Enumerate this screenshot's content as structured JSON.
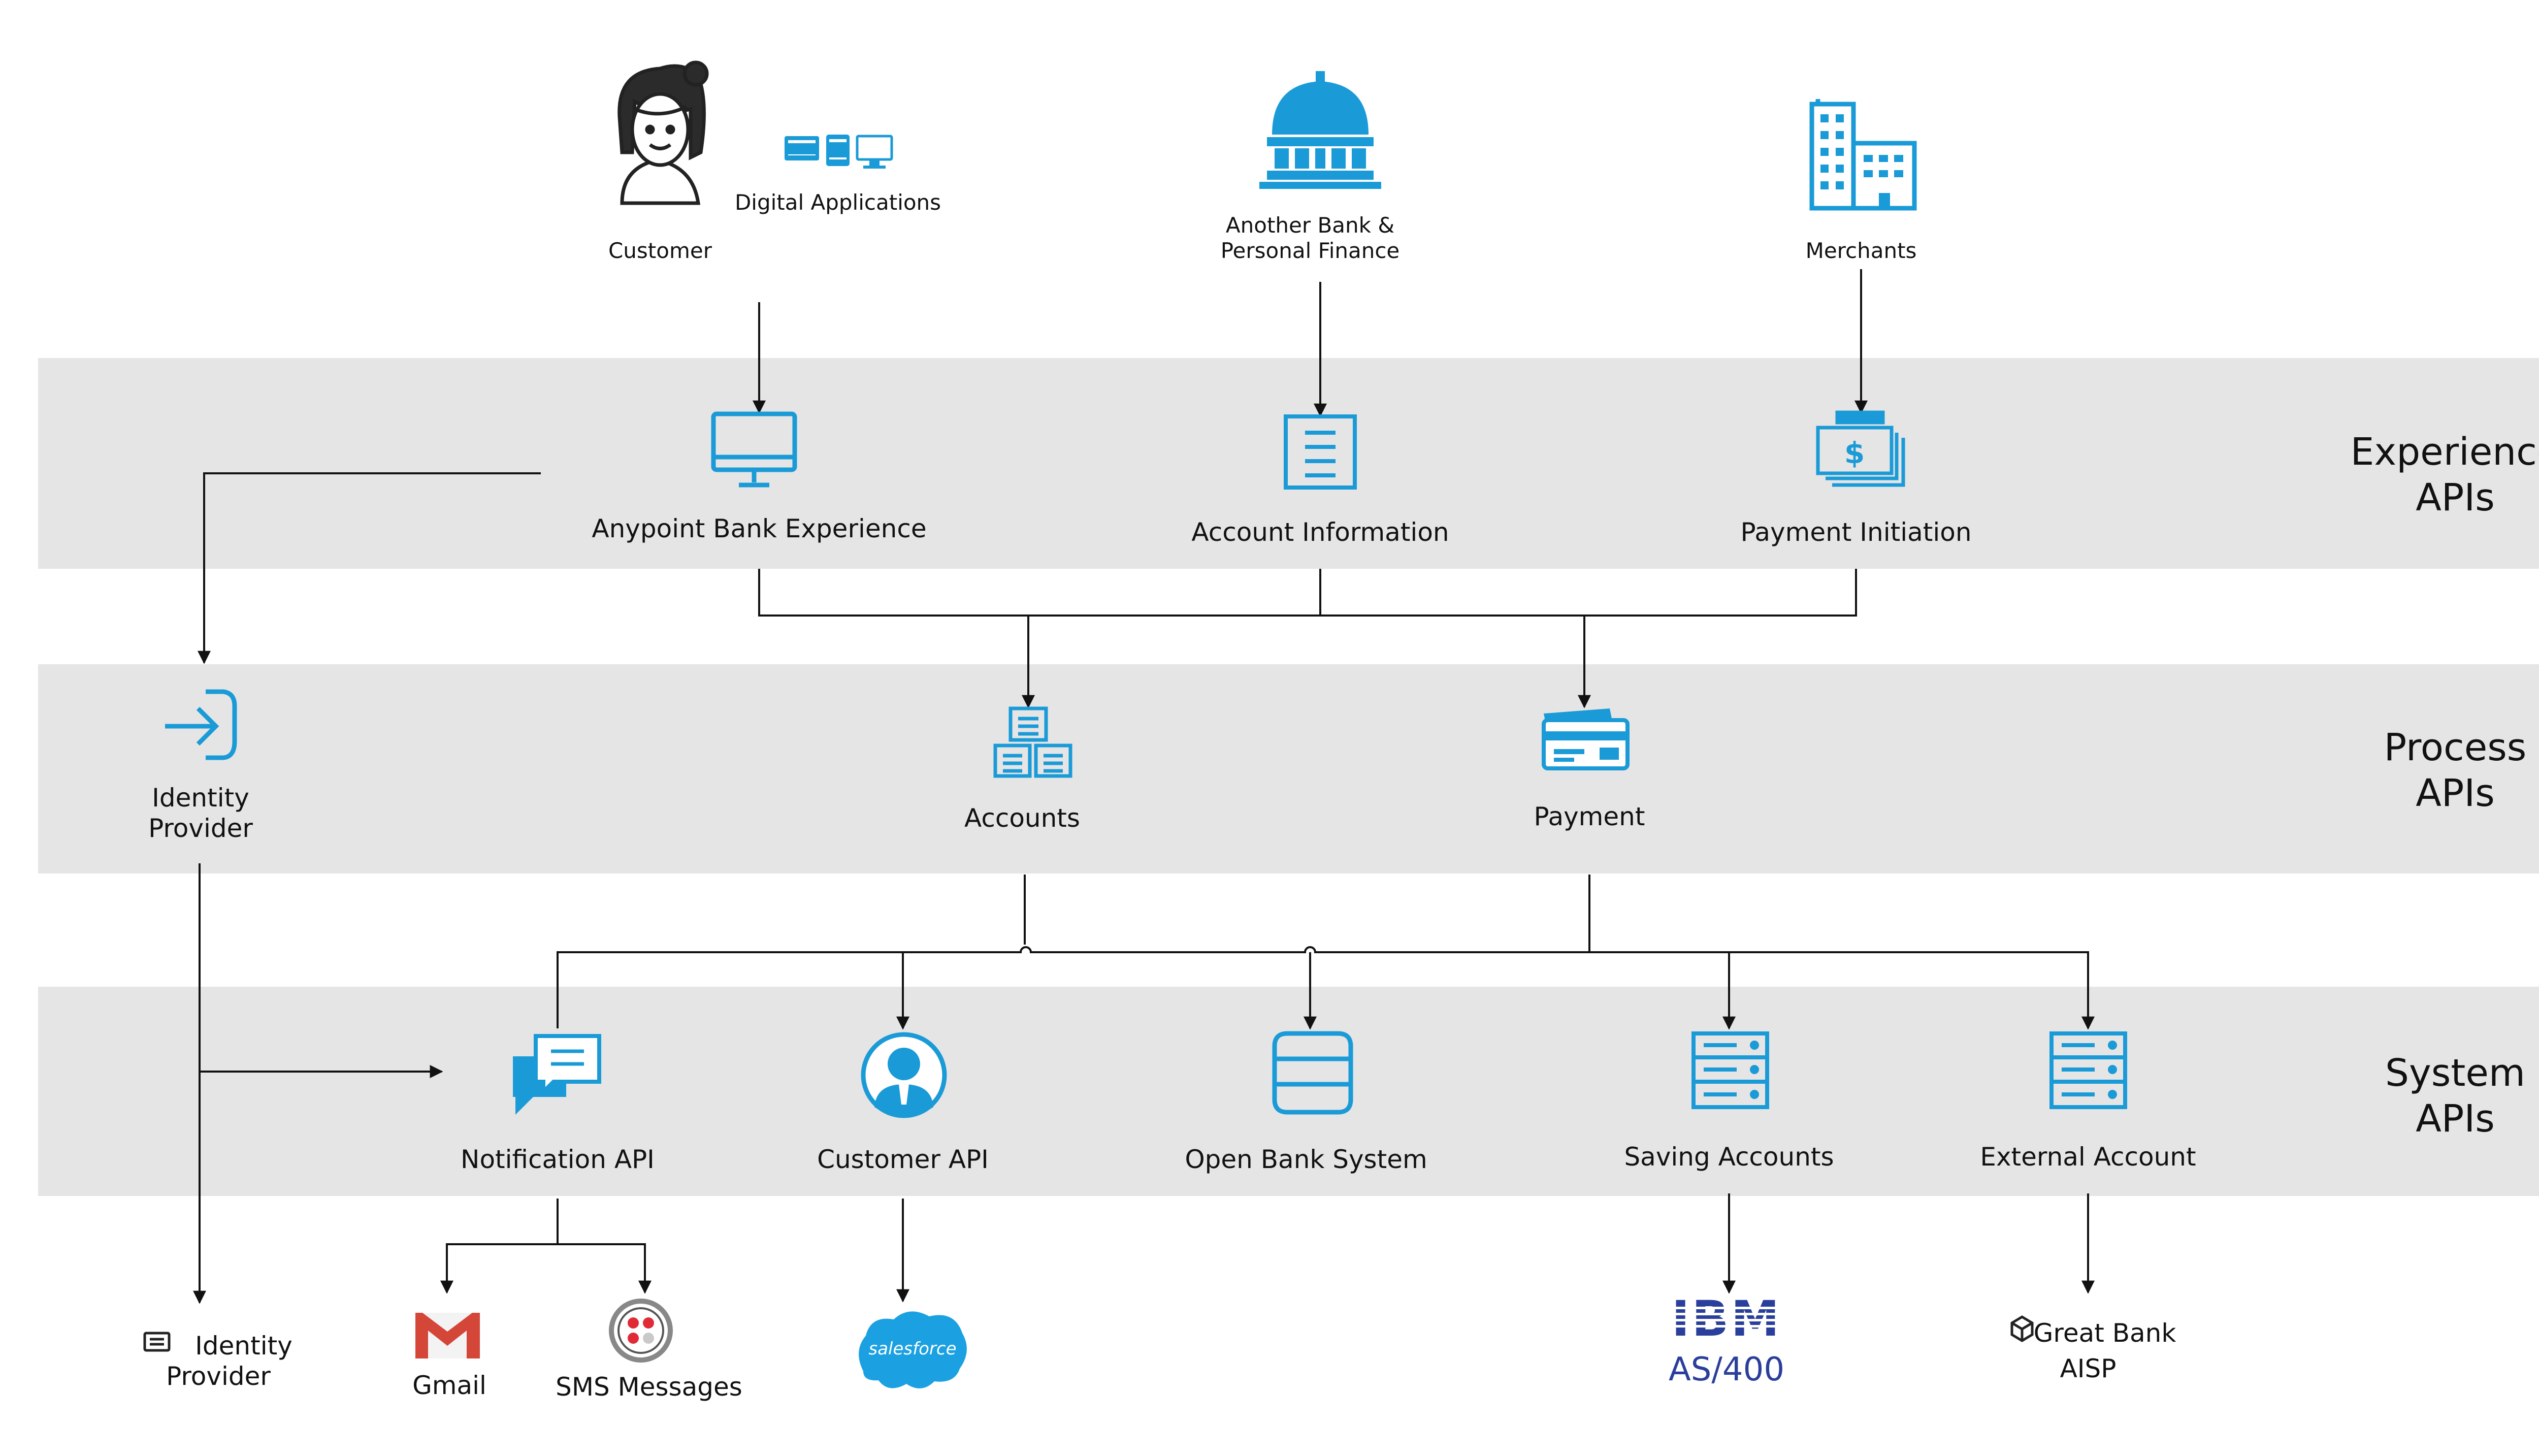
{
  "colors": {
    "band": "#e5e5e5",
    "icon_blue": "#1a9bd7",
    "line": "#111111"
  },
  "actors": {
    "customer": "Customer",
    "digital_applications": "Digital Applications",
    "another_bank_line1": "Another Bank &",
    "another_bank_line2": "Personal Finance",
    "merchants": "Merchants"
  },
  "bands": {
    "experience_line1": "Experience",
    "experience_line2": "APIs",
    "process_line1": "Process",
    "process_line2": "APIs",
    "system_line1": "System",
    "system_line2": "APIs"
  },
  "experience_apis": {
    "anypoint": "Anypoint Bank Experience",
    "account_information": "Account Information",
    "payment_initiation": "Payment Initiation"
  },
  "process_apis": {
    "identity_line1": "Identity",
    "identity_line2": "Provider",
    "accounts": "Accounts",
    "payment": "Payment"
  },
  "system_apis": {
    "notification": "Notification API",
    "customer": "Customer API",
    "open_bank": "Open Bank System",
    "saving_accounts": "Saving Accounts",
    "external_account": "External Account"
  },
  "endpoints": {
    "identity_line1": "Identity",
    "identity_line2": "Provider",
    "gmail": "Gmail",
    "sms": "SMS Messages",
    "salesforce": "salesforce",
    "ibm": "IBM",
    "as400": "AS/400",
    "great_bank_line1": "Great Bank",
    "great_bank_line2": "AISP"
  }
}
